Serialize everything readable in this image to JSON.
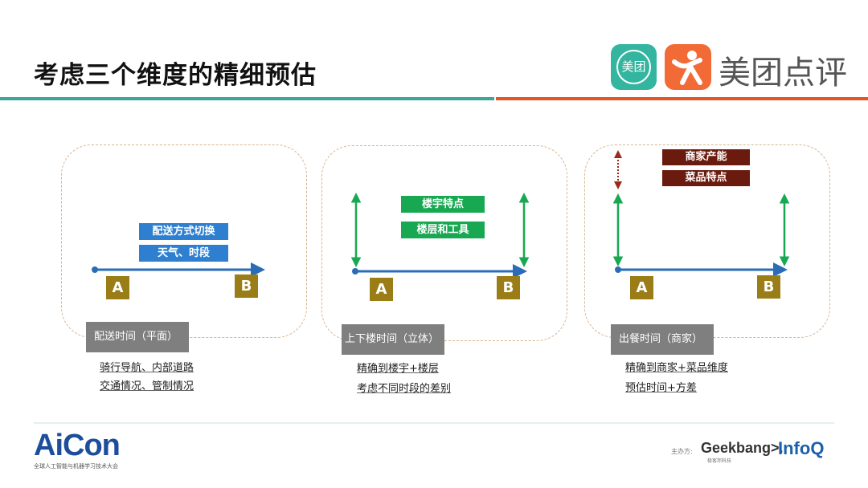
{
  "header": {
    "title": "考虑三个维度的精细预估",
    "brand_badge": "美团",
    "brand_name": "美团点评"
  },
  "colors": {
    "teal": "#3aa59a",
    "orange": "#e0552a",
    "blue_tag": "#2e7fcf",
    "green_tag": "#17a851",
    "red_tag": "#6b1a0e",
    "point": "#9a7d16",
    "label": "#7f7f7f"
  },
  "panels": [
    {
      "tags": [
        "配送方式切换",
        "天气、时段"
      ],
      "start": "A",
      "end": "B",
      "label": "配送时间（平面）",
      "notes": [
        "骑行导航、内部道路",
        "交通情况、管制情况"
      ]
    },
    {
      "tags": [
        "楼宇特点",
        "楼层和工具"
      ],
      "start": "A",
      "end": "B",
      "label": "上下楼时间（立体）",
      "notes": [
        "精确到楼宇+楼层",
        "考虑不同时段的差别"
      ]
    },
    {
      "tags": [
        "商家产能",
        "菜品特点"
      ],
      "start": "A",
      "end": "B",
      "label": "出餐时间（商家）",
      "notes": [
        "精确到商家+菜品维度",
        "预估时间+方差"
      ]
    }
  ],
  "footer": {
    "conference": "AiCon",
    "conference_sub": "全球人工智能与机器学习技术大会",
    "host_label": "主办方:",
    "host1": "Geekbang>.",
    "host1_sub": "极客邦科技",
    "host2": "InfoQ"
  }
}
